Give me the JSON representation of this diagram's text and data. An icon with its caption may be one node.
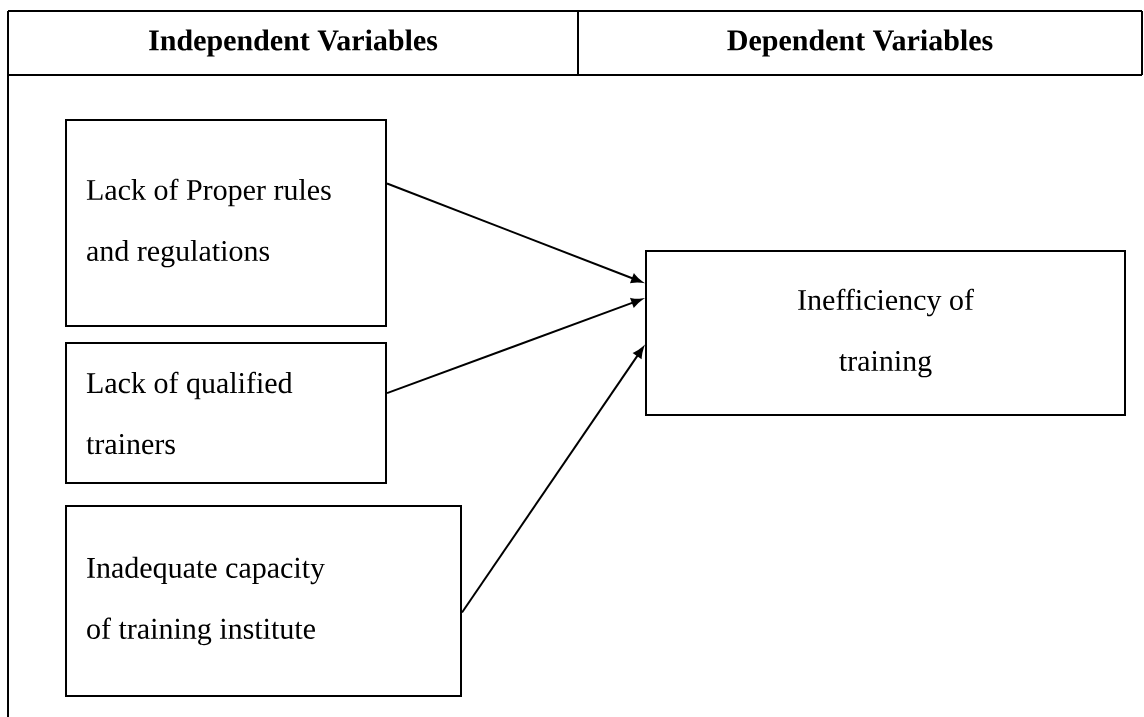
{
  "diagram": {
    "nodes": [
      {
        "text": [
          "Lack of Proper rules and regulations"
        ]
      },
      {
        "text": [
          "Lack of qualified trainers"
        ]
      },
      {
        "text": [
          "Inadequate capacity of training institute"
        ]
      },
      {
        "text": [
          "Inefficiency of training"
        ]
      }
    ],
    "edges": [
      {
        "from": 0,
        "to": 3,
        "arrow": "to"
      },
      {
        "from": 1,
        "to": 3,
        "arrow": "to"
      },
      {
        "from": 2,
        "to": 3,
        "arrow": "to"
      }
    ],
    "labels": [
      "Independent Variables",
      "Dependent Variables"
    ]
  }
}
